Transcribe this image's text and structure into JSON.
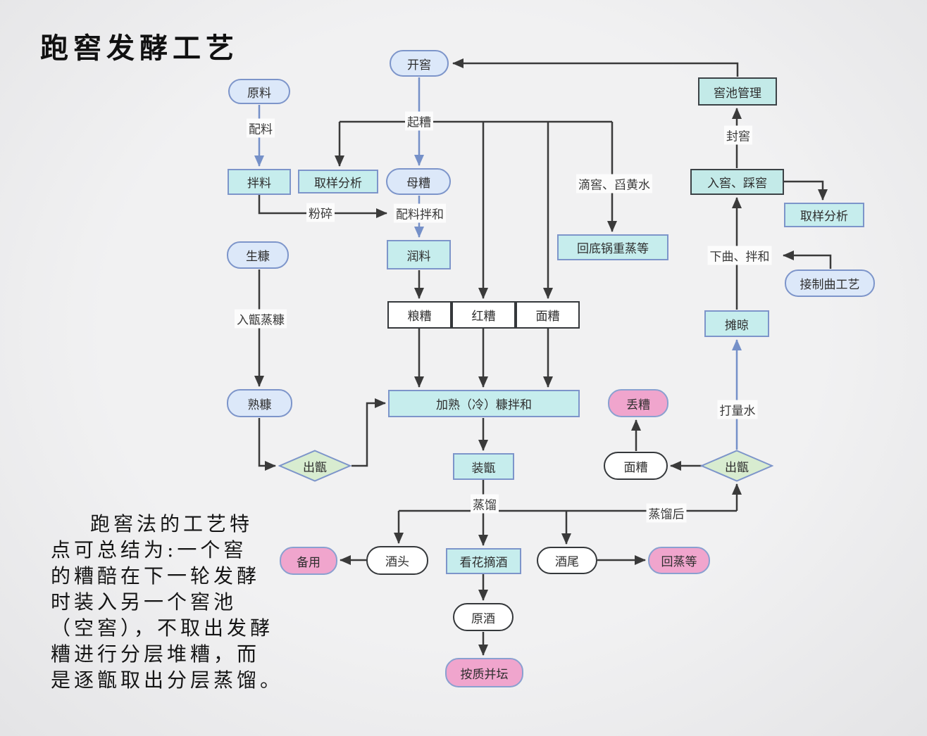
{
  "title": "跑窖发酵工艺",
  "note": "跑窖法的工艺特\n点可总结为:一个窖\n的糟醅在下一轮发酵\n时装入另一个窖池\n（空窖），不取出发酵\n糟进行分层堆糟，而\n是逐甑取出分层蒸馏。",
  "nodes": {
    "kaijiao": "开窖",
    "yuanliao": "原料",
    "jiaochi_guanli": "窖池管理",
    "banliao": "拌料",
    "quyang_left": "取样分析",
    "mucao": "母糟",
    "rujiao_caijiao": "入窖、踩窖",
    "quyang_right": "取样分析",
    "huidiguo": "回底锅重蒸等",
    "runliao": "润料",
    "shengkang": "生糠",
    "jiezhiqu": "接制曲工艺",
    "tanliang": "摊晾",
    "liangzao": "粮糟",
    "hongzao": "红糟",
    "mianzao_top": "面糟",
    "shukang": "熟糠",
    "jiashu": "加熟（冷）糠拌和",
    "diuzao": "丢糟",
    "chuzhen_left": "出甑",
    "zhuangzhen": "装甑",
    "mianzao_right": "面糟",
    "chuzhen_right": "出甑",
    "beiyong": "备用",
    "jiutou": "酒头",
    "kanhua": "看花摘酒",
    "jiuwei": "酒尾",
    "huizheng": "回蒸等",
    "yuanjiu": "原酒",
    "anzhi": "按质并坛"
  },
  "edge_labels": {
    "peiliao": "配料",
    "qizao": "起糟",
    "fensui": "粉碎",
    "peiliao_banhe": "配料拌和",
    "dijiao": "滴窖、舀黄水",
    "fengjiao": "封窖",
    "xiaqu_banhe": "下曲、拌和",
    "ruzhen_zhengkang": "入甑蒸糠",
    "daliangshui": "打量水",
    "zhengliu": "蒸馏",
    "zhengliu_hou": "蒸馏后"
  },
  "colors": {
    "background": "#eeeeee",
    "teal_fill": "#c6eded",
    "blue_pill_fill": "#dce8f9",
    "pink_fill": "#f0a5cd",
    "green_diamond_fill": "#d8ecd0",
    "blue_border": "#7d95ca",
    "dark_border": "#3c4246",
    "line_dark": "#3a3a3a",
    "line_blue": "#7590c8"
  }
}
